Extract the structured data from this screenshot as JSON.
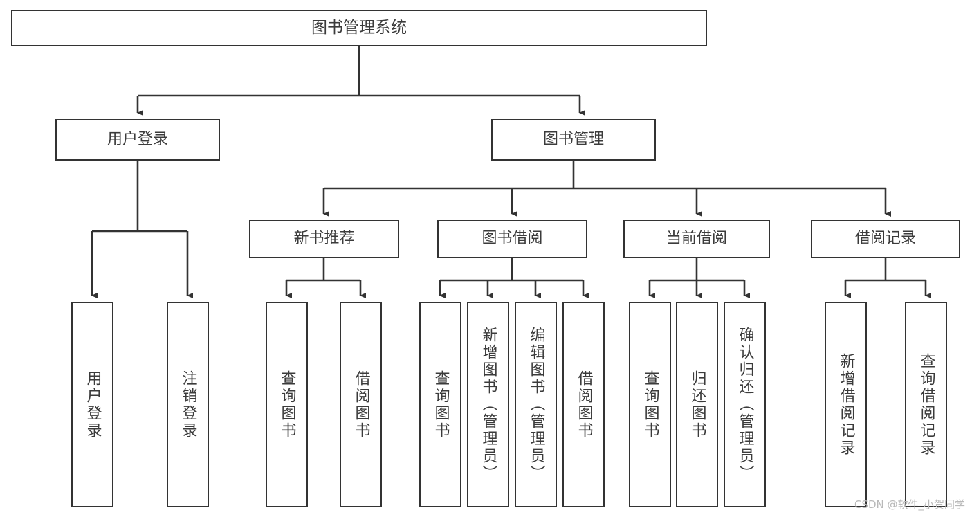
{
  "diagram": {
    "type": "tree",
    "title": "图书管理系统",
    "orientation": "top-down",
    "line_color": "#333333",
    "box_fill": "#ffffff",
    "text_color": "#3b3b3b",
    "levels": 4
  },
  "root": {
    "label": "图书管理系统"
  },
  "level2": [
    {
      "label": "用户登录"
    },
    {
      "label": "图书管理"
    }
  ],
  "level3": [
    {
      "label": "新书推荐"
    },
    {
      "label": "图书借阅"
    },
    {
      "label": "当前借阅"
    },
    {
      "label": "借阅记录"
    }
  ],
  "leaves": {
    "user_login": [
      {
        "label": "用户登录"
      },
      {
        "label": "注销登录"
      }
    ],
    "new_book_recommend": [
      {
        "label": "查询图书"
      },
      {
        "label": "借阅图书"
      }
    ],
    "book_borrow": [
      {
        "label": "查询图书"
      },
      {
        "label": "新增图书（管理员）"
      },
      {
        "label": "编辑图书（管理员）"
      },
      {
        "label": "借阅图书"
      }
    ],
    "current_borrow": [
      {
        "label": "查询图书"
      },
      {
        "label": "归还图书"
      },
      {
        "label": "确认归还（管理员）"
      }
    ],
    "borrow_record": [
      {
        "label": "新增借阅记录"
      },
      {
        "label": "查询借阅记录"
      }
    ]
  },
  "watermark": {
    "text": "CSDN @软件_小贺同学"
  }
}
